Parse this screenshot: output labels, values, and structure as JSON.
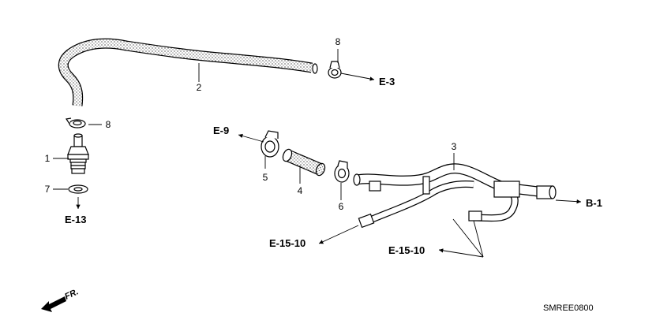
{
  "part_numbers": {
    "p1": "1",
    "p2": "2",
    "p3": "3",
    "p4": "4",
    "p5": "5",
    "p6": "6",
    "p7": "7",
    "p8_top": "8",
    "p8_left": "8"
  },
  "references": {
    "e3": "E-3",
    "e9": "E-9",
    "e13": "E-13",
    "e15_10_left": "E-15-10",
    "e15_10_right": "E-15-10",
    "b1": "B-1"
  },
  "direction_label": "FR.",
  "diagram_code": "SMREE0800"
}
